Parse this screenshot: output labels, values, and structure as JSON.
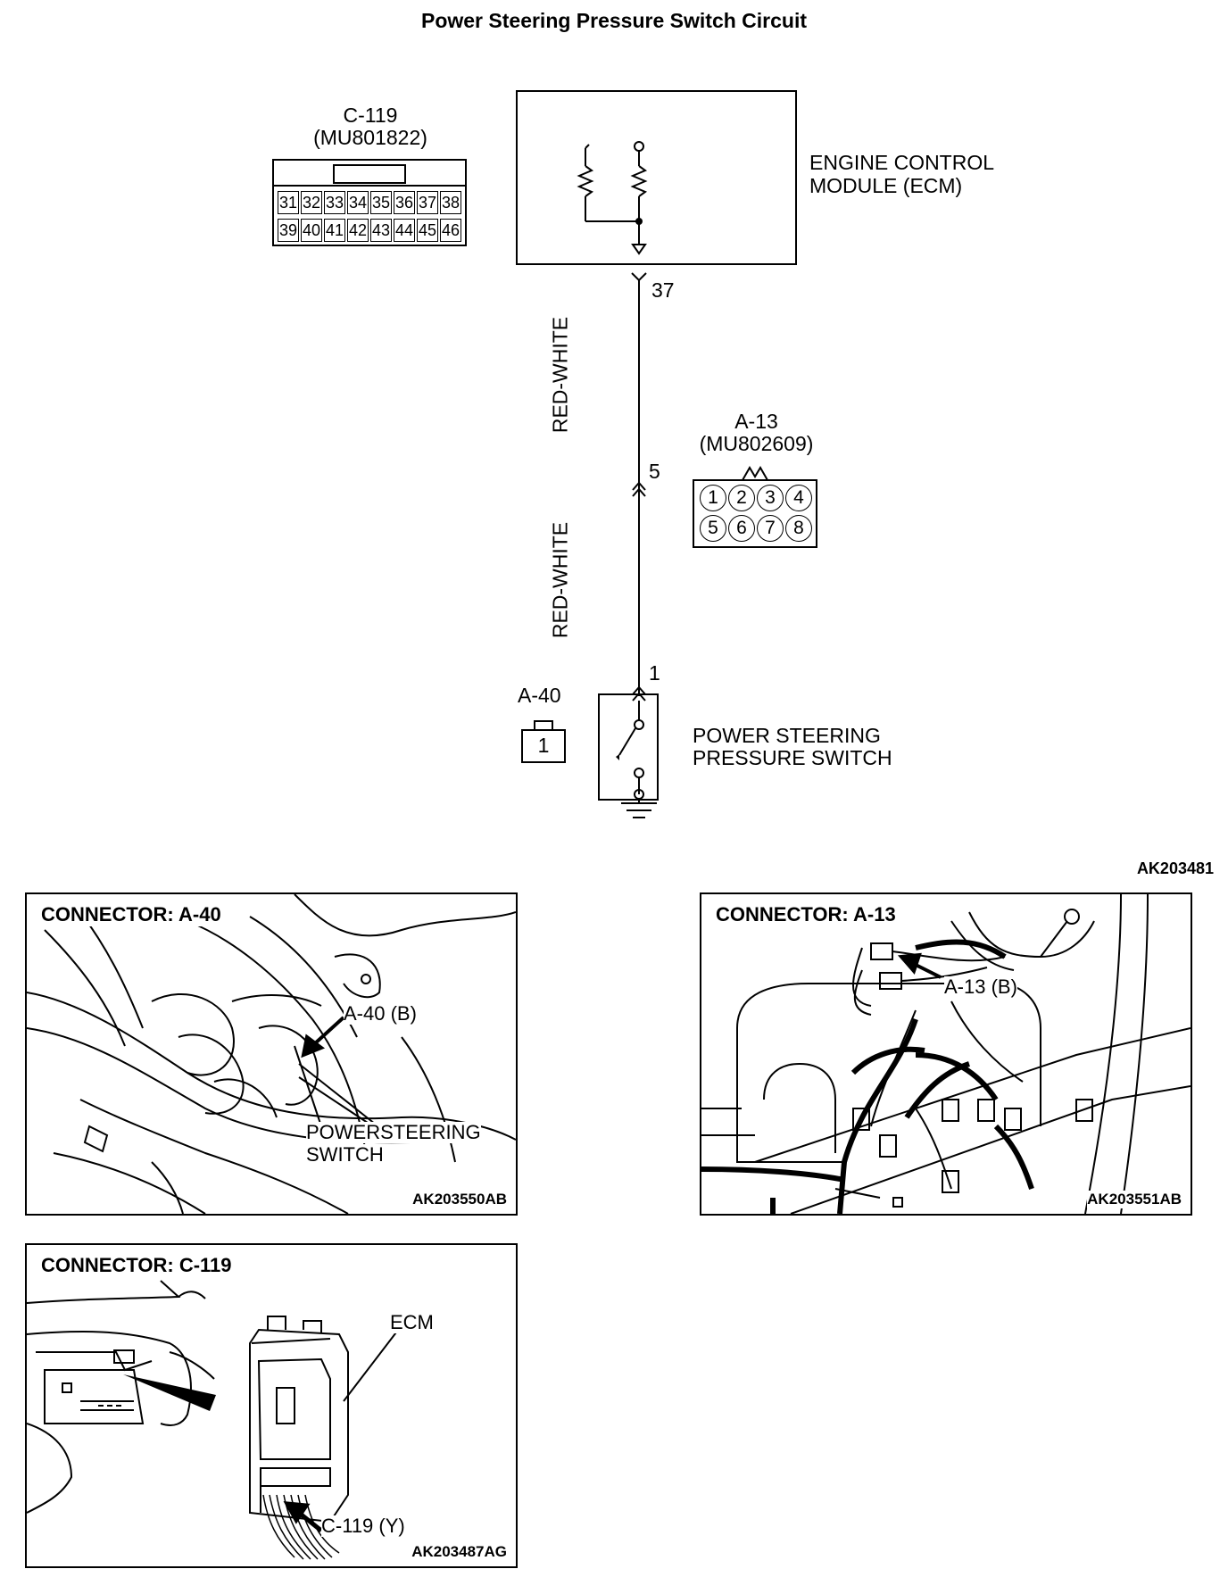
{
  "title": "Power Steering Pressure Switch Circuit",
  "connectors": {
    "c119": {
      "id": "C-119",
      "part": "(MU801822)",
      "pins_top": [
        "31",
        "32",
        "33",
        "34",
        "35",
        "36",
        "37",
        "38"
      ],
      "pins_bottom": [
        "39",
        "40",
        "41",
        "42",
        "43",
        "44",
        "45",
        "46"
      ]
    },
    "a13": {
      "id": "A-13",
      "part": "(MU802609)",
      "pins_top": [
        "1",
        "2",
        "3",
        "4"
      ],
      "pins_bottom": [
        "5",
        "6",
        "7",
        "8"
      ]
    },
    "a40": {
      "id": "A-40",
      "pins": [
        "1"
      ]
    }
  },
  "ecm": {
    "label_line1": "ENGINE CONTROL",
    "label_line2": "MODULE (ECM)"
  },
  "switch": {
    "label_line1": "POWER STEERING",
    "label_line2": "PRESSURE SWITCH"
  },
  "wiring": {
    "terminal_ecm": "37",
    "terminal_a13": "5",
    "terminal_switch": "1",
    "wire_upper": "RED-WHITE",
    "wire_lower": "RED-WHITE"
  },
  "main_figure_code": "AK203481",
  "panels": {
    "a40": {
      "title": "CONNECTOR: A-40",
      "callout": "A-40 (B)",
      "switch_line1": "POWERSTEERING",
      "switch_line2": "SWITCH",
      "code": "AK203550AB"
    },
    "a13": {
      "title": "CONNECTOR: A-13",
      "callout": "A-13 (B)",
      "code": "AK203551AB"
    },
    "c119": {
      "title": "CONNECTOR: C-119",
      "ecm_label": "ECM",
      "callout": "C-119 (Y)",
      "code": "AK203487AG"
    }
  }
}
